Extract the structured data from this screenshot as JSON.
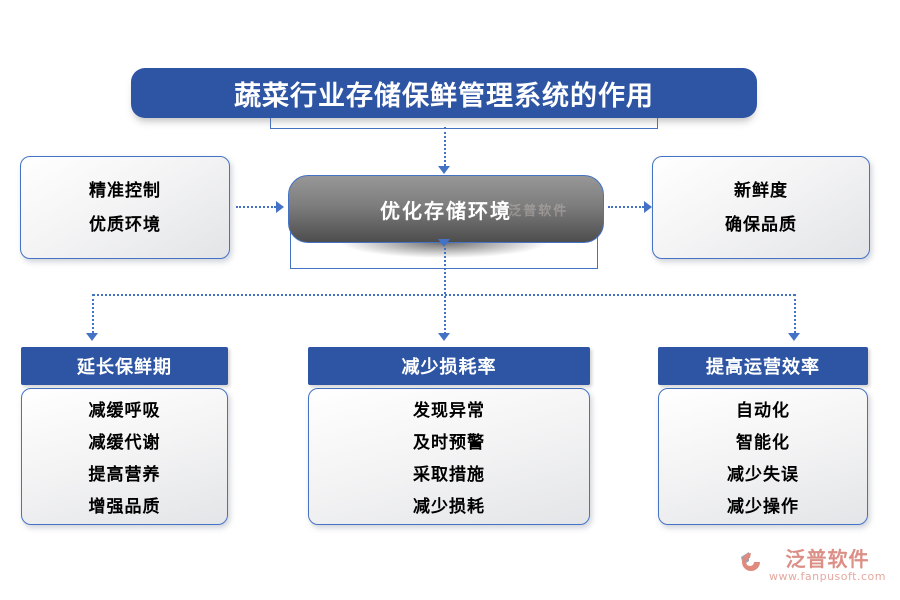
{
  "title": "蔬菜行业存储保鲜管理系统的作用",
  "center": {
    "label": "优化存储环境",
    "watermark": "泛普软件"
  },
  "left_box": {
    "line1": "精准控制",
    "line2": "优质环境"
  },
  "right_box": {
    "line1": "新鲜度",
    "line2": "确保品质"
  },
  "bottom": [
    {
      "header": "延长保鲜期",
      "items": [
        "减缓呼吸",
        "减缓代谢",
        "提高营养",
        "增强品质"
      ]
    },
    {
      "header": "减少损耗率",
      "items": [
        "发现异常",
        "及时预警",
        "采取措施",
        "减少损耗"
      ]
    },
    {
      "header": "提高运营效率",
      "items": [
        "自动化",
        "智能化",
        "减少失误",
        "减少操作"
      ]
    }
  ],
  "brand": {
    "name": "泛普软件",
    "url": "www.fanpusoft.com"
  },
  "colors": {
    "primary_blue": "#2E55A4",
    "connector_blue": "#4472C4",
    "node_gray_top": "#979797",
    "node_gray_bottom": "#4D4D4D",
    "brand_salmon": "#DB8F86"
  }
}
